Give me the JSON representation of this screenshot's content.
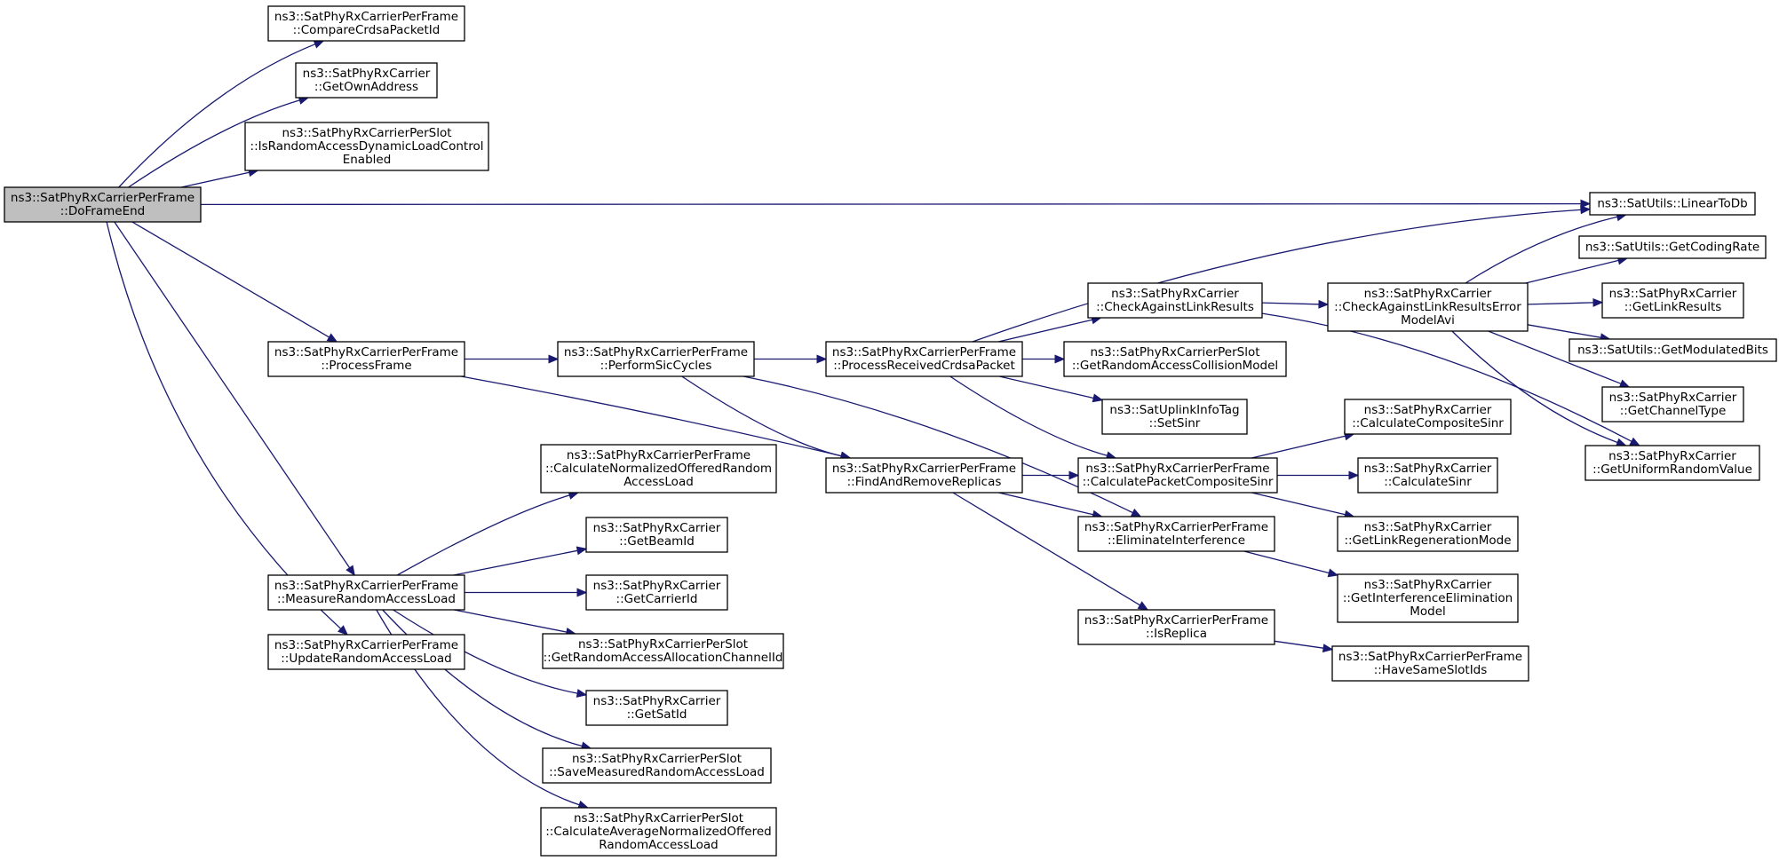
{
  "diagram": {
    "type": "call-graph",
    "root": "doframeend",
    "colors": {
      "edge": "#191970",
      "root_fill": "#bfbfbf",
      "node_fill": "#ffffff",
      "node_border": "#000000"
    },
    "nodes": [
      {
        "id": "doframeend",
        "lines": [
          "ns3::SatPhyRxCarrierPerFrame",
          "::DoFrameEnd"
        ]
      },
      {
        "id": "comparecrdsa",
        "lines": [
          "ns3::SatPhyRxCarrierPerFrame",
          "::CompareCrdsaPacketId"
        ]
      },
      {
        "id": "getownaddress",
        "lines": [
          "ns3::SatPhyRxCarrier",
          "::GetOwnAddress"
        ]
      },
      {
        "id": "israndomaccessdlc",
        "lines": [
          "ns3::SatPhyRxCarrierPerSlot",
          "::IsRandomAccessDynamicLoadControl",
          "Enabled"
        ]
      },
      {
        "id": "lineartodb",
        "lines": [
          "ns3::SatUtils::LinearToDb"
        ]
      },
      {
        "id": "processframe",
        "lines": [
          "ns3::SatPhyRxCarrierPerFrame",
          "::ProcessFrame"
        ]
      },
      {
        "id": "performsic",
        "lines": [
          "ns3::SatPhyRxCarrierPerFrame",
          "::PerformSicCycles"
        ]
      },
      {
        "id": "processcrdsa",
        "lines": [
          "ns3::SatPhyRxCarrierPerFrame",
          "::ProcessReceivedCrdsaPacket"
        ]
      },
      {
        "id": "checklinkresults",
        "lines": [
          "ns3::SatPhyRxCarrier",
          "::CheckAgainstLinkResults"
        ]
      },
      {
        "id": "checklinkresultsavi",
        "lines": [
          "ns3::SatPhyRxCarrier",
          "::CheckAgainstLinkResultsError",
          "ModelAvi"
        ]
      },
      {
        "id": "getcodingrate",
        "lines": [
          "ns3::SatUtils::GetCodingRate"
        ]
      },
      {
        "id": "getlinkresults",
        "lines": [
          "ns3::SatPhyRxCarrier",
          "::GetLinkResults"
        ]
      },
      {
        "id": "getmodulatedbits",
        "lines": [
          "ns3::SatUtils::GetModulatedBits"
        ]
      },
      {
        "id": "getchanneltype",
        "lines": [
          "ns3::SatPhyRxCarrier",
          "::GetChannelType"
        ]
      },
      {
        "id": "getuniformrandom",
        "lines": [
          "ns3::SatPhyRxCarrier",
          "::GetUniformRandomValue"
        ]
      },
      {
        "id": "getracollision",
        "lines": [
          "ns3::SatPhyRxCarrierPerSlot",
          "::GetRandomAccessCollisionModel"
        ]
      },
      {
        "id": "setsinr",
        "lines": [
          "ns3::SatUplinkInfoTag",
          "::SetSinr"
        ]
      },
      {
        "id": "calccompositesinr",
        "lines": [
          "ns3::SatPhyRxCarrier",
          "::CalculateCompositeSinr"
        ]
      },
      {
        "id": "calcpacketcompositesinr",
        "lines": [
          "ns3::SatPhyRxCarrierPerFrame",
          "::CalculatePacketCompositeSinr"
        ]
      },
      {
        "id": "calcsinr",
        "lines": [
          "ns3::SatPhyRxCarrier",
          "::CalculateSinr"
        ]
      },
      {
        "id": "findremovereplicas",
        "lines": [
          "ns3::SatPhyRxCarrierPerFrame",
          "::FindAndRemoveReplicas"
        ]
      },
      {
        "id": "eliminateinterference",
        "lines": [
          "ns3::SatPhyRxCarrierPerFrame",
          "::EliminateInterference"
        ]
      },
      {
        "id": "getlinkregen",
        "lines": [
          "ns3::SatPhyRxCarrier",
          "::GetLinkRegenerationMode"
        ]
      },
      {
        "id": "getinterferenceelim",
        "lines": [
          "ns3::SatPhyRxCarrier",
          "::GetInterferenceElimination",
          "Model"
        ]
      },
      {
        "id": "isreplica",
        "lines": [
          "ns3::SatPhyRxCarrierPerFrame",
          "::IsReplica"
        ]
      },
      {
        "id": "havesameslotids",
        "lines": [
          "ns3::SatPhyRxCarrierPerFrame",
          "::HaveSameSlotIds"
        ]
      },
      {
        "id": "calcnormofferedra",
        "lines": [
          "ns3::SatPhyRxCarrierPerFrame",
          "::CalculateNormalizedOfferedRandom",
          "AccessLoad"
        ]
      },
      {
        "id": "getbeamid",
        "lines": [
          "ns3::SatPhyRxCarrier",
          "::GetBeamId"
        ]
      },
      {
        "id": "measurera",
        "lines": [
          "ns3::SatPhyRxCarrierPerFrame",
          "::MeasureRandomAccessLoad"
        ]
      },
      {
        "id": "getcarrierid",
        "lines": [
          "ns3::SatPhyRxCarrier",
          "::GetCarrierId"
        ]
      },
      {
        "id": "getraallocchannel",
        "lines": [
          "ns3::SatPhyRxCarrierPerSlot",
          "::GetRandomAccessAllocationChannelId"
        ]
      },
      {
        "id": "updatera",
        "lines": [
          "ns3::SatPhyRxCarrierPerFrame",
          "::UpdateRandomAccessLoad"
        ]
      },
      {
        "id": "getsatid",
        "lines": [
          "ns3::SatPhyRxCarrier",
          "::GetSatId"
        ]
      },
      {
        "id": "savemeasuredra",
        "lines": [
          "ns3::SatPhyRxCarrierPerSlot",
          "::SaveMeasuredRandomAccessLoad"
        ]
      },
      {
        "id": "calcavgnormofferedra",
        "lines": [
          "ns3::SatPhyRxCarrierPerSlot",
          "::CalculateAverageNormalizedOffered",
          "RandomAccessLoad"
        ]
      }
    ],
    "edges": [
      [
        "doframeend",
        "comparecrdsa"
      ],
      [
        "doframeend",
        "getownaddress"
      ],
      [
        "doframeend",
        "israndomaccessdlc"
      ],
      [
        "doframeend",
        "lineartodb"
      ],
      [
        "doframeend",
        "processframe"
      ],
      [
        "doframeend",
        "measurera"
      ],
      [
        "doframeend",
        "updatera"
      ],
      [
        "processframe",
        "performsic"
      ],
      [
        "processframe",
        "findremovereplicas"
      ],
      [
        "performsic",
        "processcrdsa"
      ],
      [
        "performsic",
        "findremovereplicas"
      ],
      [
        "performsic",
        "eliminateinterference"
      ],
      [
        "processcrdsa",
        "lineartodb"
      ],
      [
        "processcrdsa",
        "checklinkresults"
      ],
      [
        "processcrdsa",
        "getracollision"
      ],
      [
        "processcrdsa",
        "setsinr"
      ],
      [
        "processcrdsa",
        "calcpacketcompositesinr"
      ],
      [
        "checklinkresults",
        "checklinkresultsavi"
      ],
      [
        "checklinkresults",
        "getuniformrandom"
      ],
      [
        "checklinkresultsavi",
        "lineartodb"
      ],
      [
        "checklinkresultsavi",
        "getcodingrate"
      ],
      [
        "checklinkresultsavi",
        "getlinkresults"
      ],
      [
        "checklinkresultsavi",
        "getmodulatedbits"
      ],
      [
        "checklinkresultsavi",
        "getchanneltype"
      ],
      [
        "checklinkresultsavi",
        "getuniformrandom"
      ],
      [
        "findremovereplicas",
        "calcpacketcompositesinr"
      ],
      [
        "findremovereplicas",
        "eliminateinterference"
      ],
      [
        "findremovereplicas",
        "isreplica"
      ],
      [
        "calcpacketcompositesinr",
        "calccompositesinr"
      ],
      [
        "calcpacketcompositesinr",
        "calcsinr"
      ],
      [
        "calcpacketcompositesinr",
        "getlinkregen"
      ],
      [
        "eliminateinterference",
        "getinterferenceelim"
      ],
      [
        "isreplica",
        "havesameslotids"
      ],
      [
        "measurera",
        "calcnormofferedra"
      ],
      [
        "measurera",
        "getbeamid"
      ],
      [
        "measurera",
        "getcarrierid"
      ],
      [
        "measurera",
        "getraallocchannel"
      ],
      [
        "measurera",
        "getsatid"
      ],
      [
        "measurera",
        "savemeasuredra"
      ],
      [
        "measurera",
        "calcavgnormofferedra"
      ]
    ]
  }
}
